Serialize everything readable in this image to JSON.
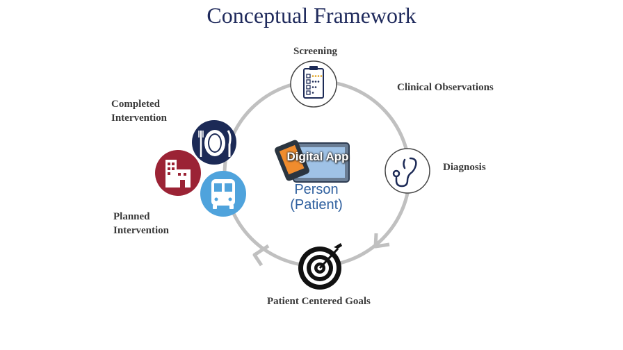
{
  "title": "Conceptual Framework",
  "nodes": {
    "screening": {
      "label": "Screening",
      "icon": "checklist-icon"
    },
    "clinical_observations": {
      "label": "Clinical Observations"
    },
    "diagnosis": {
      "label": "Diagnosis",
      "icon": "stethoscope-icon"
    },
    "goals": {
      "label": "Patient Centered Goals",
      "icon": "target-icon"
    },
    "completed": {
      "label_line1": "Completed",
      "label_line2": "Intervention",
      "icon": "dinner-plate-icon"
    },
    "planned": {
      "label_line1": "Planned",
      "label_line2": "Intervention",
      "icons": [
        "building-icon",
        "bus-icon"
      ]
    }
  },
  "center": {
    "app_label": "Digital App",
    "person_line1": "Person",
    "person_line2": "(Patient)"
  },
  "colors": {
    "title": "#1f2a5c",
    "ring": "#c0c0c0",
    "navy": "#1c2a56",
    "red": "#9b2335",
    "sky": "#4fa3dc",
    "person_text": "#2e5f9e"
  }
}
